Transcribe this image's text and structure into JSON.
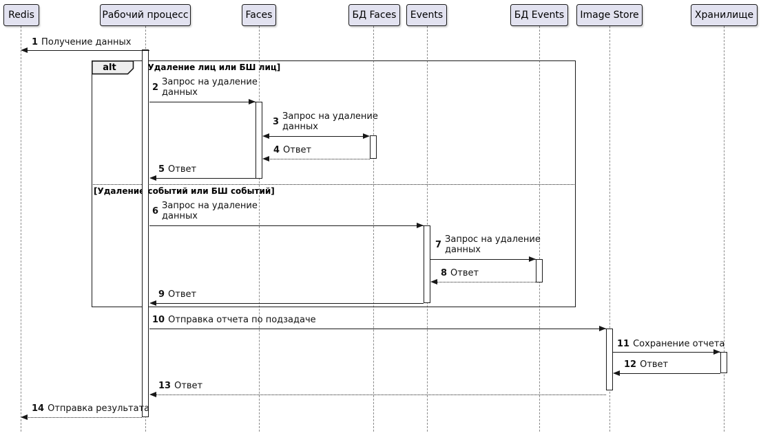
{
  "diagram": {
    "type": "sequence",
    "participants": [
      {
        "name": "Redis"
      },
      {
        "name": "Рабочий процесс"
      },
      {
        "name": "Faces"
      },
      {
        "name": "БД Faces"
      },
      {
        "name": "Events"
      },
      {
        "name": "БД Events"
      },
      {
        "name": "Image Store"
      },
      {
        "name": "Хранилище"
      }
    ],
    "alt_frame": {
      "operator": "alt",
      "guard1": "[Удаление лиц или БШ лиц]",
      "guard2": "[Удаление событий или БШ событий]"
    },
    "messages": [
      {
        "number": "1",
        "text": "Получение данных",
        "from": "Рабочий процесс",
        "to": "Redis",
        "line": "solid",
        "arrow": "left"
      },
      {
        "number": "2",
        "text": "Запрос на удаление данных",
        "from": "Рабочий процесс",
        "to": "Faces",
        "line": "solid",
        "arrow": "right"
      },
      {
        "number": "3",
        "text": "Запрос на удаление данных",
        "from": "Faces",
        "to": "БД Faces",
        "line": "solid",
        "arrow": "both"
      },
      {
        "number": "4",
        "text": "Ответ",
        "from": "БД Faces",
        "to": "Faces",
        "line": "dotted",
        "arrow": "left"
      },
      {
        "number": "5",
        "text": "Ответ",
        "from": "Faces",
        "to": "Рабочий процесс",
        "line": "solid",
        "arrow": "left"
      },
      {
        "number": "6",
        "text": "Запрос на удаление данных",
        "from": "Рабочий процесс",
        "to": "Events",
        "line": "solid",
        "arrow": "right"
      },
      {
        "number": "7",
        "text": "Запрос на удаление данных",
        "from": "Events",
        "to": "БД Events",
        "line": "solid",
        "arrow": "right"
      },
      {
        "number": "8",
        "text": "Ответ",
        "from": "БД Events",
        "to": "Events",
        "line": "dotted",
        "arrow": "left"
      },
      {
        "number": "9",
        "text": "Ответ",
        "from": "Events",
        "to": "Рабочий процесс",
        "line": "solid",
        "arrow": "left"
      },
      {
        "number": "10",
        "text": "Отправка отчета по подзадаче",
        "from": "Рабочий процесс",
        "to": "Image Store",
        "line": "solid",
        "arrow": "right"
      },
      {
        "number": "11",
        "text": "Сохранение отчета",
        "from": "Image Store",
        "to": "Хранилище",
        "line": "solid",
        "arrow": "right"
      },
      {
        "number": "12",
        "text": "Ответ",
        "from": "Хранилище",
        "to": "Image Store",
        "line": "solid",
        "arrow": "left"
      },
      {
        "number": "13",
        "text": "Ответ",
        "from": "Image Store",
        "to": "Рабочий процесс",
        "line": "dotted",
        "arrow": "left"
      },
      {
        "number": "14",
        "text": "Отправка результата",
        "from": "Рабочий процесс",
        "to": "Redis",
        "line": "dotted",
        "arrow": "left"
      }
    ],
    "colors": {
      "participant_fill": "#E2E2F0",
      "frame_label_fill": "#EEEEEE",
      "line_color": "#181818",
      "lifeline_color": "#8A8A8A",
      "background": "#FFFFFF"
    }
  }
}
